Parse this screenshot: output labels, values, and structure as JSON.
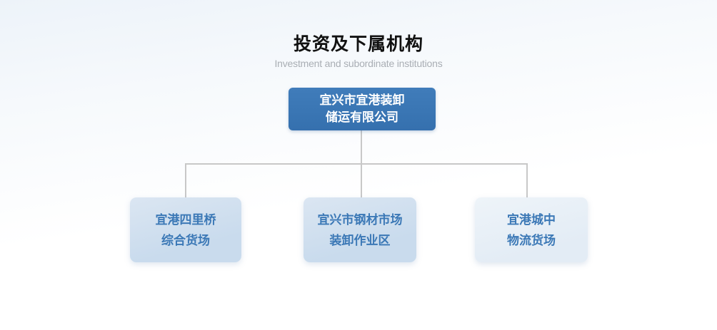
{
  "header": {
    "title": "投资及下属机构",
    "subtitle": "Investment and subordinate institutions"
  },
  "org_chart": {
    "root": {
      "name_lines": [
        "宜兴市宜港装卸",
        "储运有限公司"
      ]
    },
    "children": [
      {
        "name_lines": [
          "宜港四里桥",
          "综合货场"
        ]
      },
      {
        "name_lines": [
          "宜兴市钢材市场",
          "装卸作业区"
        ]
      },
      {
        "name_lines": [
          "宜港城中",
          "物流货场"
        ]
      }
    ]
  },
  "theme": {
    "root_box_bg": "#3a76b4",
    "root_box_text": "#ffffff",
    "child_box_bg": "#c9dbed",
    "child_box_bg_top": "#dbe6f2",
    "child_box_right_bg": "#e3ecf5",
    "child_box_right_bg_top": "#eef4f9",
    "child_box_text": "#3b78b6",
    "connector": "#c8c8c8",
    "title_color": "#111111",
    "subtitle_color": "#a9aeb4",
    "page_bg_top": "#edf3f9",
    "page_bg_bottom": "#ffffff"
  }
}
